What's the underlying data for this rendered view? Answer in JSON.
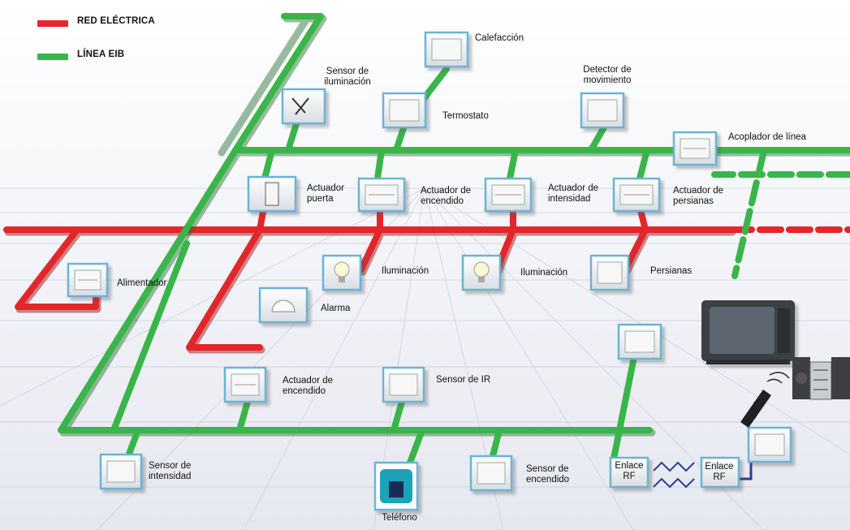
{
  "colors": {
    "red_line": "#e3262a",
    "green_line": "#39b54a",
    "device_frame": "#6ab4d6",
    "background": "#f3f4f8",
    "rf_wave": "#2b3b9a",
    "telephone": "#1aa3b8"
  },
  "legend": {
    "red": "RED ELÉCTRICA",
    "green": "LÍNEA EIB"
  },
  "devices": {
    "sensor_iluminacion": {
      "label": "Sensor de\niluminación",
      "icon": "light-sensor-icon"
    },
    "calefaccion": {
      "label": "Calefacción",
      "icon": "heater-icon"
    },
    "termostato": {
      "label": "Termostato",
      "icon": "thermostat-icon"
    },
    "detector_movimiento": {
      "label": "Detector de\nmovimiento",
      "icon": "motion-detector-icon"
    },
    "acoplador_linea": {
      "label": "Acoplador de línea",
      "icon": "line-coupler-icon"
    },
    "actuador_puerta": {
      "label": "Actuador\npuerta",
      "icon": "door-icon"
    },
    "actuador_encendido_1": {
      "label": "Actuador de\nencendido",
      "icon": "switch-actuator-icon"
    },
    "actuador_intensidad": {
      "label": "Actuador de\nintensidad",
      "icon": "dimmer-actuator-icon"
    },
    "actuador_persianas": {
      "label": "Actuador de\npersianas",
      "icon": "blind-actuator-icon"
    },
    "alimentador": {
      "label": "Alimentador",
      "icon": "power-supply-icon"
    },
    "iluminacion_1": {
      "label": "Iluminación",
      "icon": "light-bulb-icon"
    },
    "iluminacion_2": {
      "label": "Iluminación",
      "icon": "light-bulb-icon"
    },
    "persianas": {
      "label": "Persianas",
      "icon": "blinds-icon"
    },
    "alarma": {
      "label": "Alarma",
      "icon": "alarm-icon"
    },
    "actuador_encendido_2": {
      "label": "Actuador de\nencendido",
      "icon": "switch-actuator-icon"
    },
    "sensor_ir": {
      "label": "Sensor de IR",
      "icon": "ir-sensor-icon"
    },
    "sensor_intensidad": {
      "label": "Sensor de\nintensidad",
      "icon": "dimmer-sensor-icon"
    },
    "telefono": {
      "label": "Teléfono",
      "icon": "telephone-icon"
    },
    "sensor_encendido": {
      "label": "Sensor de\nencendido",
      "icon": "switch-sensor-icon"
    },
    "enlace_rf_1": {
      "label": "Enlace\nRF",
      "icon": "rf-link-icon"
    },
    "enlace_rf_2": {
      "label": "Enlace\nRF",
      "icon": "rf-link-icon"
    },
    "rf_receiver": {
      "label": "",
      "icon": "rf-receiver-icon"
    },
    "pc": {
      "label": "",
      "icon": "computer-icon"
    },
    "tv": {
      "label": "",
      "icon": "television-icon"
    },
    "stereo": {
      "label": "",
      "icon": "stereo-icon"
    },
    "remote": {
      "label": "",
      "icon": "remote-control-icon"
    }
  }
}
